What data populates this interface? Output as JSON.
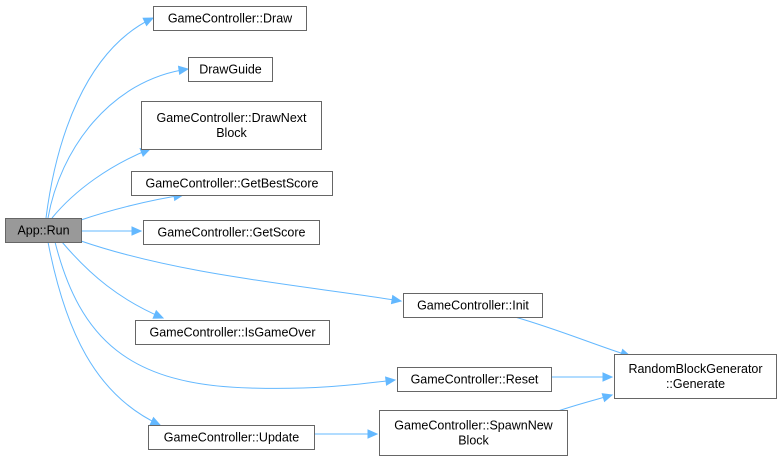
{
  "graph": {
    "root": "App::Run",
    "nodes": [
      {
        "id": "app_run",
        "lines": [
          "App::Run"
        ],
        "root": true
      },
      {
        "id": "gc_draw",
        "lines": [
          "GameController::Draw"
        ]
      },
      {
        "id": "draw_guide",
        "lines": [
          "DrawGuide"
        ]
      },
      {
        "id": "gc_draw_next",
        "lines": [
          "GameController::DrawNext",
          "Block"
        ]
      },
      {
        "id": "gc_best",
        "lines": [
          "GameController::GetBestScore"
        ]
      },
      {
        "id": "gc_score",
        "lines": [
          "GameController::GetScore"
        ]
      },
      {
        "id": "gc_init",
        "lines": [
          "GameController::Init"
        ]
      },
      {
        "id": "gc_over",
        "lines": [
          "GameController::IsGameOver"
        ]
      },
      {
        "id": "gc_reset",
        "lines": [
          "GameController::Reset"
        ]
      },
      {
        "id": "gc_update",
        "lines": [
          "GameController::Update"
        ]
      },
      {
        "id": "gc_spawn",
        "lines": [
          "GameController::SpawnNew",
          "Block"
        ]
      },
      {
        "id": "rbg_gen",
        "lines": [
          "RandomBlockGenerator",
          "::Generate"
        ]
      }
    ],
    "edges": [
      {
        "from": "app_run",
        "to": "gc_draw"
      },
      {
        "from": "app_run",
        "to": "draw_guide"
      },
      {
        "from": "app_run",
        "to": "gc_draw_next"
      },
      {
        "from": "app_run",
        "to": "gc_best"
      },
      {
        "from": "app_run",
        "to": "gc_score"
      },
      {
        "from": "app_run",
        "to": "gc_init"
      },
      {
        "from": "app_run",
        "to": "gc_over"
      },
      {
        "from": "app_run",
        "to": "gc_reset"
      },
      {
        "from": "app_run",
        "to": "gc_update"
      },
      {
        "from": "gc_init",
        "to": "rbg_gen"
      },
      {
        "from": "gc_reset",
        "to": "rbg_gen"
      },
      {
        "from": "gc_update",
        "to": "gc_spawn"
      },
      {
        "from": "gc_spawn",
        "to": "rbg_gen"
      }
    ]
  },
  "colors": {
    "edge": "#63b8ff",
    "node_border": "#666666",
    "root_fill": "#999999",
    "node_fill": "#ffffff"
  }
}
